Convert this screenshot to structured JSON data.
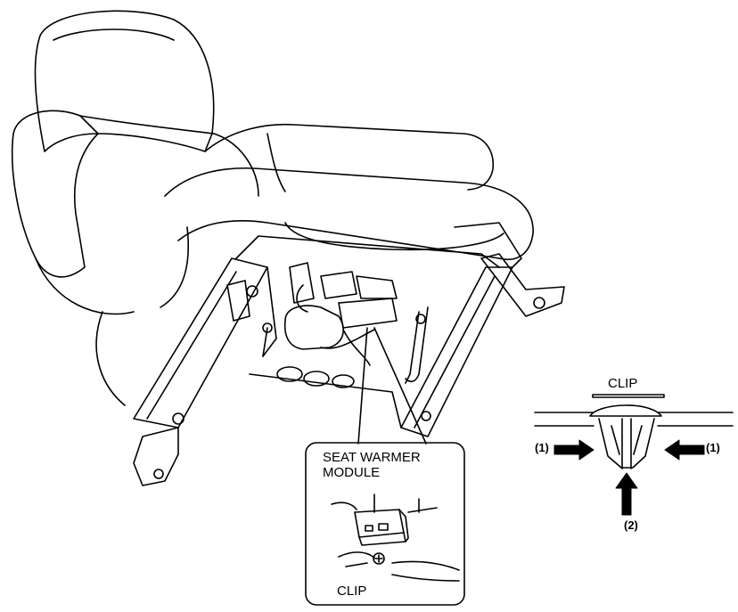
{
  "labels": {
    "seat_warmer_module": "SEAT WARMER\nMODULE",
    "detail_clip": "CLIP",
    "clip_title": "CLIP",
    "arrow_1_left": "(1)",
    "arrow_1_right": "(1)",
    "arrow_2": "(2)"
  },
  "colors": {
    "line": "#000000",
    "background": "#ffffff"
  }
}
